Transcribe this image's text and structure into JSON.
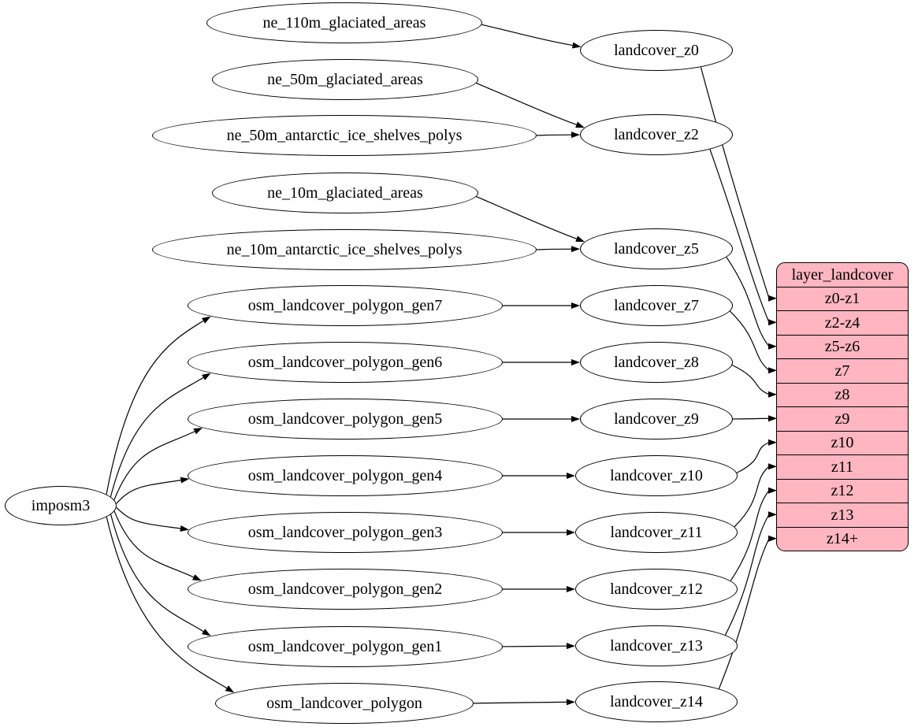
{
  "diagram": {
    "colors": {
      "background": "#ffffff",
      "node_fill": "#ffffff",
      "node_stroke": "#000000",
      "edge": "#000000",
      "table_fill": "#ffb6c1",
      "text": "#000000"
    },
    "nodes": [
      {
        "id": "imposm3",
        "label": "imposm3"
      },
      {
        "id": "ne_110m_glaciated_areas",
        "label": "ne_110m_glaciated_areas"
      },
      {
        "id": "ne_50m_glaciated_areas",
        "label": "ne_50m_glaciated_areas"
      },
      {
        "id": "ne_50m_antarctic_ice_shelves_polys",
        "label": "ne_50m_antarctic_ice_shelves_polys"
      },
      {
        "id": "ne_10m_glaciated_areas",
        "label": "ne_10m_glaciated_areas"
      },
      {
        "id": "ne_10m_antarctic_ice_shelves_polys",
        "label": "ne_10m_antarctic_ice_shelves_polys"
      },
      {
        "id": "osm_landcover_polygon_gen7",
        "label": "osm_landcover_polygon_gen7"
      },
      {
        "id": "osm_landcover_polygon_gen6",
        "label": "osm_landcover_polygon_gen6"
      },
      {
        "id": "osm_landcover_polygon_gen5",
        "label": "osm_landcover_polygon_gen5"
      },
      {
        "id": "osm_landcover_polygon_gen4",
        "label": "osm_landcover_polygon_gen4"
      },
      {
        "id": "osm_landcover_polygon_gen3",
        "label": "osm_landcover_polygon_gen3"
      },
      {
        "id": "osm_landcover_polygon_gen2",
        "label": "osm_landcover_polygon_gen2"
      },
      {
        "id": "osm_landcover_polygon_gen1",
        "label": "osm_landcover_polygon_gen1"
      },
      {
        "id": "osm_landcover_polygon",
        "label": "osm_landcover_polygon"
      },
      {
        "id": "landcover_z0",
        "label": "landcover_z0"
      },
      {
        "id": "landcover_z2",
        "label": "landcover_z2"
      },
      {
        "id": "landcover_z5",
        "label": "landcover_z5"
      },
      {
        "id": "landcover_z7",
        "label": "landcover_z7"
      },
      {
        "id": "landcover_z8",
        "label": "landcover_z8"
      },
      {
        "id": "landcover_z9",
        "label": "landcover_z9"
      },
      {
        "id": "landcover_z10",
        "label": "landcover_z10"
      },
      {
        "id": "landcover_z11",
        "label": "landcover_z11"
      },
      {
        "id": "landcover_z12",
        "label": "landcover_z12"
      },
      {
        "id": "landcover_z13",
        "label": "landcover_z13"
      },
      {
        "id": "landcover_z14",
        "label": "landcover_z14"
      }
    ],
    "table": {
      "id": "layer_landcover",
      "title": "layer_landcover",
      "fill": "#ffb6c1",
      "rows": [
        "z0-z1",
        "z2-z4",
        "z5-z6",
        "z7",
        "z8",
        "z9",
        "z10",
        "z11",
        "z12",
        "z13",
        "z14+"
      ]
    },
    "edges": [
      {
        "from": "ne_110m_glaciated_areas",
        "to": "landcover_z0"
      },
      {
        "from": "ne_50m_glaciated_areas",
        "to": "landcover_z2"
      },
      {
        "from": "ne_50m_antarctic_ice_shelves_polys",
        "to": "landcover_z2"
      },
      {
        "from": "ne_10m_glaciated_areas",
        "to": "landcover_z5"
      },
      {
        "from": "ne_10m_antarctic_ice_shelves_polys",
        "to": "landcover_z5"
      },
      {
        "from": "imposm3",
        "to": "osm_landcover_polygon_gen7"
      },
      {
        "from": "imposm3",
        "to": "osm_landcover_polygon_gen6"
      },
      {
        "from": "imposm3",
        "to": "osm_landcover_polygon_gen5"
      },
      {
        "from": "imposm3",
        "to": "osm_landcover_polygon_gen4"
      },
      {
        "from": "imposm3",
        "to": "osm_landcover_polygon_gen3"
      },
      {
        "from": "imposm3",
        "to": "osm_landcover_polygon_gen2"
      },
      {
        "from": "imposm3",
        "to": "osm_landcover_polygon_gen1"
      },
      {
        "from": "imposm3",
        "to": "osm_landcover_polygon"
      },
      {
        "from": "osm_landcover_polygon_gen7",
        "to": "landcover_z7"
      },
      {
        "from": "osm_landcover_polygon_gen6",
        "to": "landcover_z8"
      },
      {
        "from": "osm_landcover_polygon_gen5",
        "to": "landcover_z9"
      },
      {
        "from": "osm_landcover_polygon_gen4",
        "to": "landcover_z10"
      },
      {
        "from": "osm_landcover_polygon_gen3",
        "to": "landcover_z11"
      },
      {
        "from": "osm_landcover_polygon_gen2",
        "to": "landcover_z12"
      },
      {
        "from": "osm_landcover_polygon_gen1",
        "to": "landcover_z13"
      },
      {
        "from": "osm_landcover_polygon",
        "to": "landcover_z14"
      },
      {
        "from": "landcover_z0",
        "to": "layer_landcover",
        "port": "z0-z1"
      },
      {
        "from": "landcover_z2",
        "to": "layer_landcover",
        "port": "z2-z4"
      },
      {
        "from": "landcover_z5",
        "to": "layer_landcover",
        "port": "z5-z6"
      },
      {
        "from": "landcover_z7",
        "to": "layer_landcover",
        "port": "z7"
      },
      {
        "from": "landcover_z8",
        "to": "layer_landcover",
        "port": "z8"
      },
      {
        "from": "landcover_z9",
        "to": "layer_landcover",
        "port": "z9"
      },
      {
        "from": "landcover_z10",
        "to": "layer_landcover",
        "port": "z10"
      },
      {
        "from": "landcover_z11",
        "to": "layer_landcover",
        "port": "z11"
      },
      {
        "from": "landcover_z12",
        "to": "layer_landcover",
        "port": "z12"
      },
      {
        "from": "landcover_z13",
        "to": "layer_landcover",
        "port": "z13"
      },
      {
        "from": "landcover_z14",
        "to": "layer_landcover",
        "port": "z14+"
      }
    ]
  }
}
